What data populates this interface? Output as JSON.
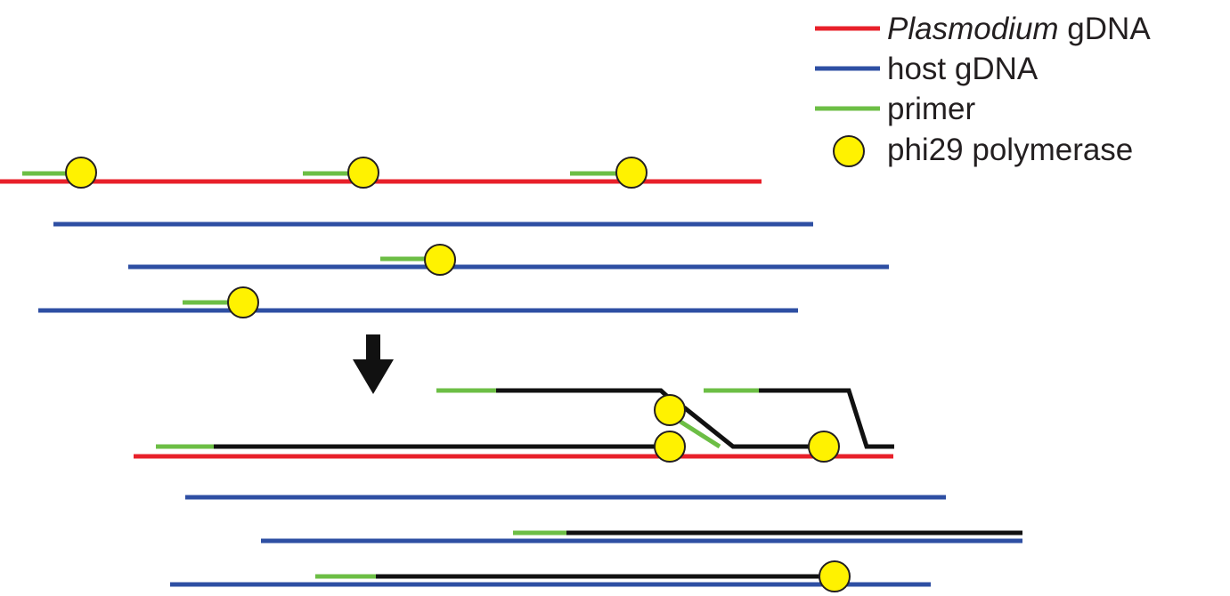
{
  "colors": {
    "plasmodium": "#e8202a",
    "host": "#2e4fa3",
    "primer": "#6cbe45",
    "new_strand": "#111111",
    "polymerase_fill": "#fff200",
    "polymerase_stroke": "#231f20",
    "arrow": "#111111"
  },
  "legend": [
    {
      "key": "plasmodium",
      "symbol": "line",
      "label_italic": "Plasmodium",
      "label": " gDNA"
    },
    {
      "key": "host",
      "symbol": "line",
      "label": "host gDNA"
    },
    {
      "key": "primer",
      "symbol": "line",
      "label": "primer"
    },
    {
      "key": "polymerase",
      "symbol": "circle",
      "label": "phi29 polymerase"
    }
  ],
  "panels": {
    "before": "primers annealed with phi29 polymerase bound",
    "after": "strand displacement amplification"
  },
  "icons": {
    "arrow": "down-arrow-icon",
    "polymerase": "polymerase-circle-icon"
  }
}
